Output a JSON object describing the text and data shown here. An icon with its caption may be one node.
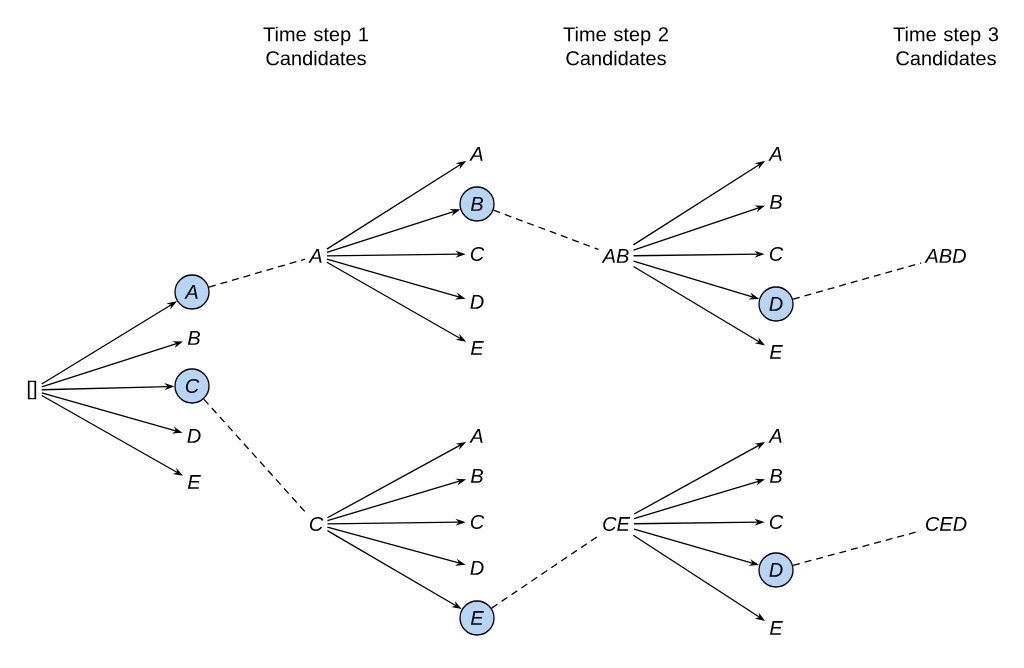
{
  "diagram": {
    "nodes": [
      {
        "text": [
          "[]"
        ]
      },
      {
        "text": [
          "A"
        ]
      },
      {
        "text": [
          "B"
        ]
      },
      {
        "text": [
          "C"
        ]
      },
      {
        "text": [
          "D"
        ]
      },
      {
        "text": [
          "E"
        ]
      },
      {
        "text": [
          "A"
        ]
      },
      {
        "text": [
          "C"
        ]
      },
      {
        "text": [
          "A"
        ]
      },
      {
        "text": [
          "B"
        ]
      },
      {
        "text": [
          "C"
        ]
      },
      {
        "text": [
          "D"
        ]
      },
      {
        "text": [
          "E"
        ]
      },
      {
        "text": [
          "A"
        ]
      },
      {
        "text": [
          "B"
        ]
      },
      {
        "text": [
          "C"
        ]
      },
      {
        "text": [
          "D"
        ]
      },
      {
        "text": [
          "E"
        ]
      },
      {
        "text": [
          "AB"
        ]
      },
      {
        "text": [
          "CE"
        ]
      },
      {
        "text": [
          "A"
        ]
      },
      {
        "text": [
          "B"
        ]
      },
      {
        "text": [
          "C"
        ]
      },
      {
        "text": [
          "D"
        ]
      },
      {
        "text": [
          "E"
        ]
      },
      {
        "text": [
          "A"
        ]
      },
      {
        "text": [
          "B"
        ]
      },
      {
        "text": [
          "C"
        ]
      },
      {
        "text": [
          "D"
        ]
      },
      {
        "text": [
          "E"
        ]
      },
      {
        "text": [
          "ABD"
        ]
      },
      {
        "text": [
          "CED"
        ]
      }
    ],
    "edges": [
      {
        "from": 0,
        "to": 1,
        "arrow": "to"
      },
      {
        "from": 0,
        "to": 2,
        "arrow": "to"
      },
      {
        "from": 0,
        "to": 3,
        "arrow": "to"
      },
      {
        "from": 0,
        "to": 4,
        "arrow": "to"
      },
      {
        "from": 0,
        "to": 5,
        "arrow": "to"
      },
      {
        "from": 1,
        "to": 6,
        "arrow": "none",
        "style": "dashed"
      },
      {
        "from": 3,
        "to": 7,
        "arrow": "none",
        "style": "dashed"
      },
      {
        "from": 6,
        "to": 8,
        "arrow": "to"
      },
      {
        "from": 6,
        "to": 9,
        "arrow": "to"
      },
      {
        "from": 6,
        "to": 10,
        "arrow": "to"
      },
      {
        "from": 6,
        "to": 11,
        "arrow": "to"
      },
      {
        "from": 6,
        "to": 12,
        "arrow": "to"
      },
      {
        "from": 7,
        "to": 13,
        "arrow": "to"
      },
      {
        "from": 7,
        "to": 14,
        "arrow": "to"
      },
      {
        "from": 7,
        "to": 15,
        "arrow": "to"
      },
      {
        "from": 7,
        "to": 16,
        "arrow": "to"
      },
      {
        "from": 7,
        "to": 17,
        "arrow": "to"
      },
      {
        "from": 9,
        "to": 18,
        "arrow": "none",
        "style": "dashed"
      },
      {
        "from": 17,
        "to": 19,
        "arrow": "none",
        "style": "dashed"
      },
      {
        "from": 18,
        "to": 20,
        "arrow": "to"
      },
      {
        "from": 18,
        "to": 21,
        "arrow": "to"
      },
      {
        "from": 18,
        "to": 22,
        "arrow": "to"
      },
      {
        "from": 18,
        "to": 23,
        "arrow": "to"
      },
      {
        "from": 18,
        "to": 24,
        "arrow": "to"
      },
      {
        "from": 19,
        "to": 25,
        "arrow": "to"
      },
      {
        "from": 19,
        "to": 26,
        "arrow": "to"
      },
      {
        "from": 19,
        "to": 27,
        "arrow": "to"
      },
      {
        "from": 19,
        "to": 28,
        "arrow": "to"
      },
      {
        "from": 19,
        "to": 29,
        "arrow": "to"
      },
      {
        "from": 23,
        "to": 30,
        "arrow": "none",
        "style": "dashed"
      },
      {
        "from": 28,
        "to": 31,
        "arrow": "none",
        "style": "dashed"
      }
    ],
    "labels": [
      "Time step 1 Candidates",
      "Time step 2 Candidates",
      "Time step 3 Candidates"
    ]
  }
}
